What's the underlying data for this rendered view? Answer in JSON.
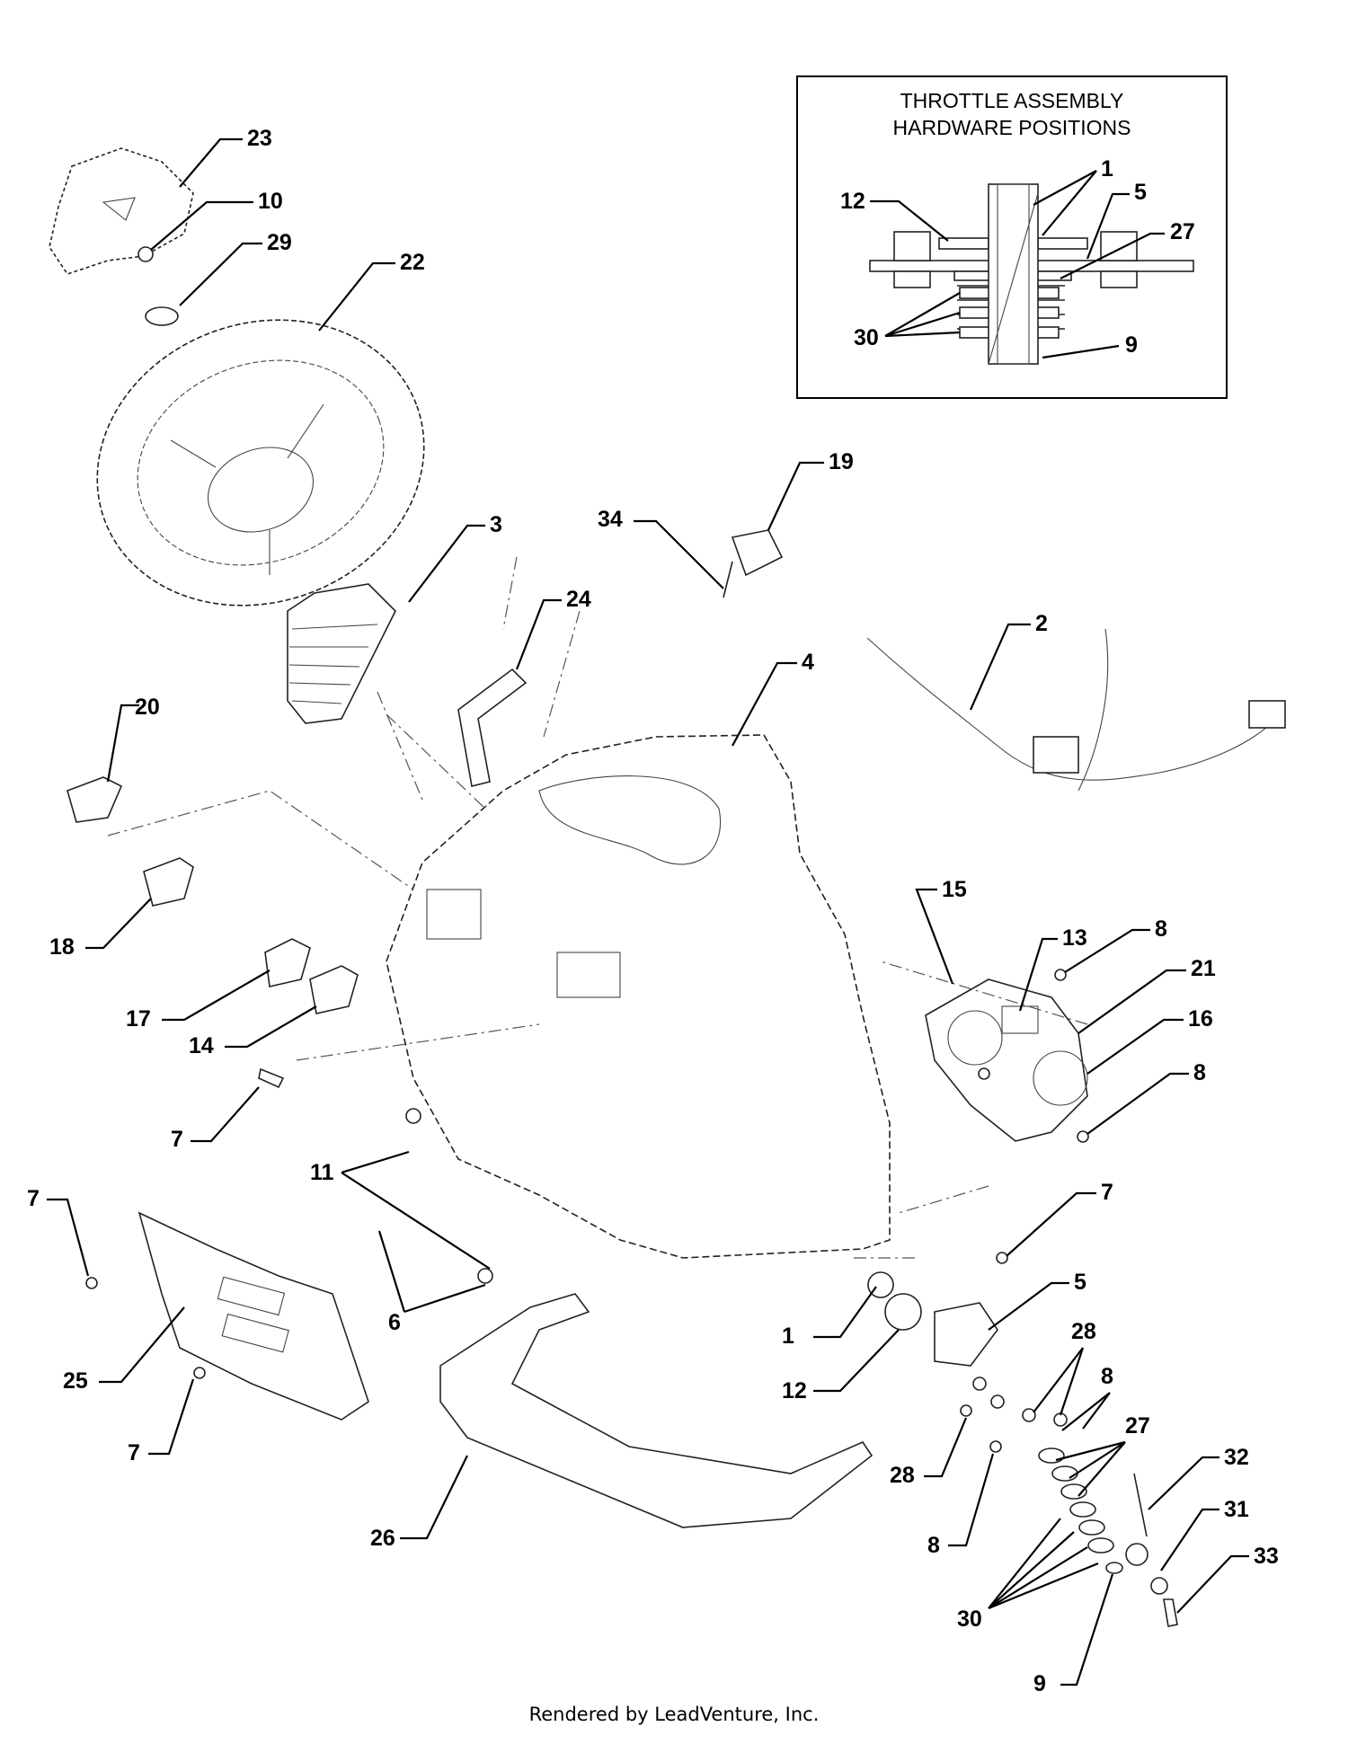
{
  "inset": {
    "title_line1": "THROTTLE ASSEMBLY",
    "title_line2": "HARDWARE POSITIONS",
    "callouts": [
      "1",
      "12",
      "5",
      "27",
      "30",
      "9"
    ]
  },
  "callouts": [
    "23",
    "10",
    "29",
    "22",
    "3",
    "24",
    "19",
    "34",
    "4",
    "2",
    "20",
    "18",
    "17",
    "14",
    "7",
    "11",
    "7",
    "6",
    "25",
    "7",
    "26",
    "15",
    "13",
    "8",
    "21",
    "16",
    "8",
    "7",
    "5",
    "1",
    "12",
    "28",
    "8",
    "28",
    "8",
    "27",
    "32",
    "31",
    "33",
    "30",
    "9"
  ],
  "footer": "Rendered by LeadVenture, Inc."
}
